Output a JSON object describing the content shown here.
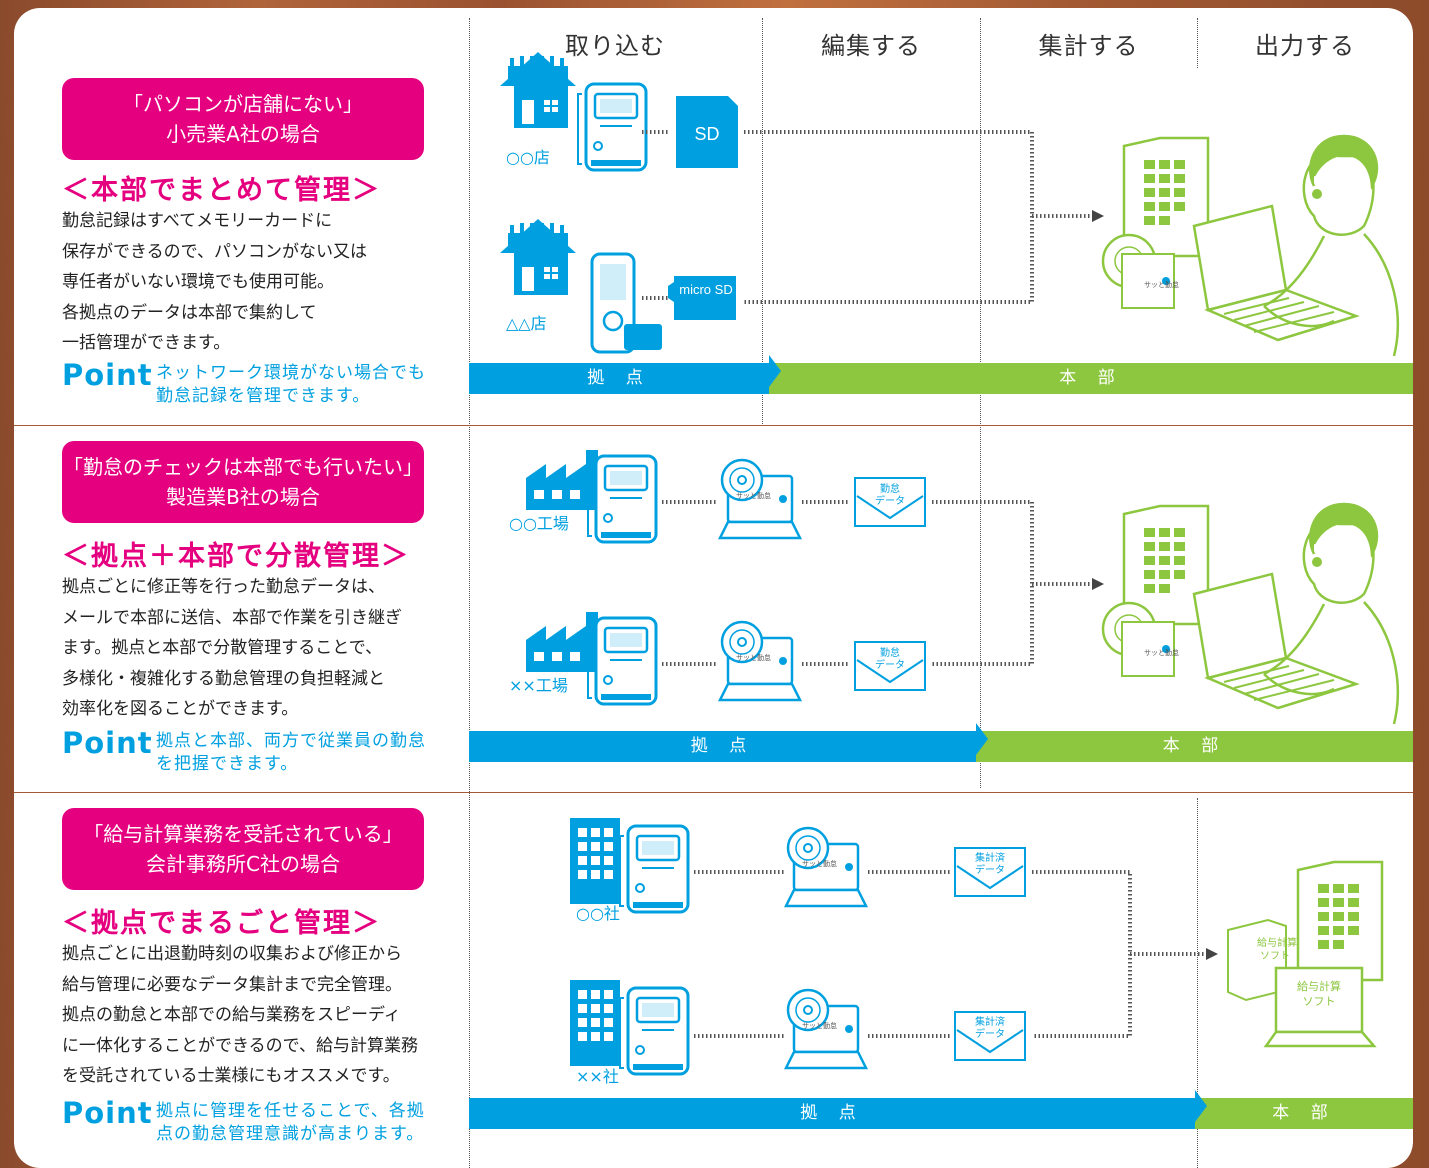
{
  "columns": [
    "取り込む",
    "編集する",
    "集計する",
    "出力する"
  ],
  "sections": [
    {
      "case_lines": [
        "「パソコンが店舗にない」",
        "小売業A社の場合"
      ],
      "heading": "＜本部でまとめて管理＞",
      "body": [
        "勤怠記録はすべてメモリーカードに",
        "保存ができるので、パソコンがない又は",
        "専任者がいない環境でも使用可能。",
        "各拠点のデータは本部で集約して",
        "一括管理ができます。"
      ],
      "point_label": "Point",
      "point_lines": [
        "ネットワーク環境がない場合でも",
        "勤怠記録を管理できます。"
      ],
      "site_labels": [
        "○○店",
        "△△店"
      ],
      "media_labels": [
        "SD",
        "micro SD"
      ],
      "band_left": "拠 点",
      "band_right": "本 部"
    },
    {
      "case_lines": [
        "「勤怠のチェックは本部でも行いたい」",
        "製造業B社の場合"
      ],
      "heading": "＜拠点＋本部で分散管理＞",
      "body": [
        "拠点ごとに修正等を行った勤怠データは、",
        "メールで本部に送信、本部で作業を引き継ぎ",
        "ます。拠点と本部で分散管理することで、",
        "多様化・複雑化する勤怠管理の負担軽減と",
        "効率化を図ることができます。"
      ],
      "point_label": "Point",
      "point_lines": [
        "拠点と本部、両方で従業員の勤怠",
        "を把握できます。"
      ],
      "site_labels": [
        "○○工場",
        "××工場"
      ],
      "mail_label": [
        "勤怠",
        "データ"
      ],
      "band_left": "拠 点",
      "band_right": "本 部"
    },
    {
      "case_lines": [
        "「給与計算業務を受託されている」",
        "会計事務所C社の場合"
      ],
      "heading": "＜拠点でまるごと管理＞",
      "body": [
        "拠点ごとに出退勤時刻の収集および修正から",
        "給与管理に必要なデータ集計まで完全管理。",
        "拠点の勤怠と本部での給与業務をスピーディ",
        "に一体化することができるので、給与計算業務",
        "を受託されている士業様にもオススメです。"
      ],
      "point_label": "Point",
      "point_lines": [
        "拠点に管理を任せることで、各拠",
        "点の勤怠管理意識が高まります。"
      ],
      "site_labels": [
        "○○社",
        "××社"
      ],
      "mail_label": [
        "集計済",
        "データ"
      ],
      "software_label": [
        "給与計算",
        "ソフト"
      ],
      "band_left": "拠 点",
      "band_right": "本 部"
    }
  ],
  "software_brand": "サッと勤怠",
  "colors": {
    "magenta": "#e5007f",
    "blue": "#00a0e0",
    "green": "#8dc63f"
  }
}
